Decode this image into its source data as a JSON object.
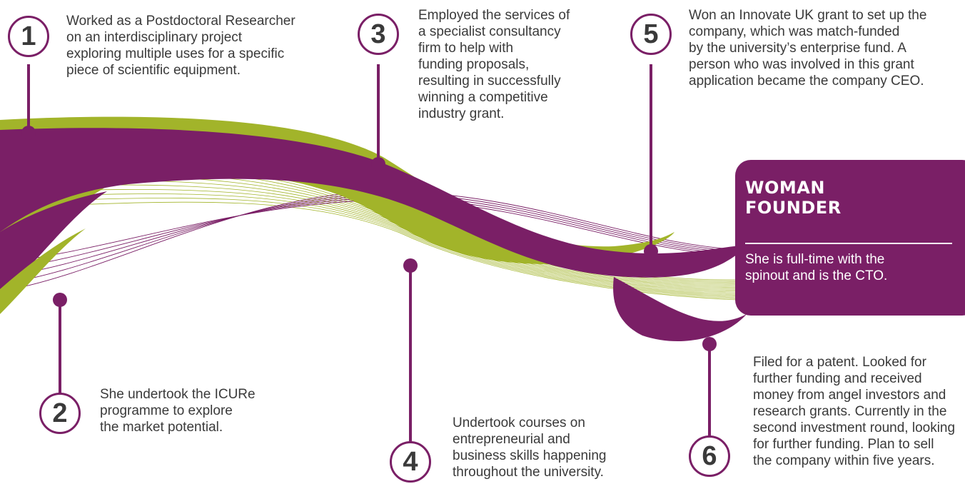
{
  "colors": {
    "purple": "#7a1f66",
    "green": "#a2b42a",
    "text": "#3a3a3a",
    "card_text": "#ffffff"
  },
  "steps": [
    {
      "number": "1",
      "lines": [
        "Worked as a Postdoctoral Researcher",
        "on an interdisciplinary project",
        "exploring multiple uses for a specific",
        "piece of scientific equipment."
      ]
    },
    {
      "number": "2",
      "lines": [
        "She undertook the ICURe",
        "programme to explore",
        "the market potential."
      ]
    },
    {
      "number": "3",
      "lines": [
        "Employed the services of",
        "a specialist consultancy",
        "firm to help with",
        "funding proposals,",
        "resulting in successfully",
        "winning a competitive",
        "industry grant."
      ]
    },
    {
      "number": "4",
      "lines": [
        "Undertook courses on",
        "entrepreneurial and",
        "business skills happening",
        "throughout the university."
      ]
    },
    {
      "number": "5",
      "lines": [
        "Won an Innovate UK grant to set up the",
        "company, which was match-funded",
        "by the university’s enterprise fund. A",
        "person who was involved in this grant",
        "application became the company CEO."
      ]
    },
    {
      "number": "6",
      "lines": [
        "Filed for a patent. Looked for",
        "further funding and received",
        "money from angel investors and",
        "research grants. Currently in the",
        "second investment round, looking",
        "for further funding. Plan to sell",
        "the company within five years."
      ]
    }
  ],
  "founder_card": {
    "title_lines": [
      "WOMAN",
      "FOUNDER"
    ],
    "text_lines": [
      "She is full-time with the",
      "spinout and is the CTO."
    ]
  }
}
